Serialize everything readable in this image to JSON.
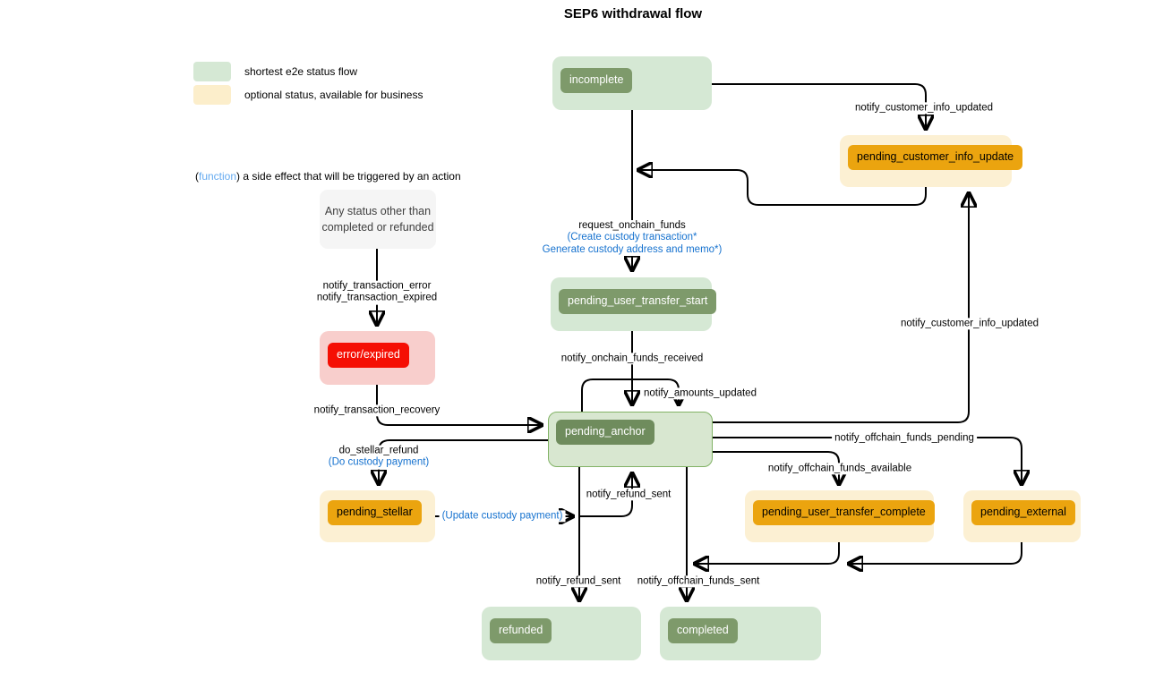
{
  "title": "SEP6 withdrawal flow",
  "legend": {
    "shortest": "shortest e2e status flow",
    "optional": "optional status, available for business",
    "function_paren_open": "(",
    "function_word": "function",
    "function_paren_close": ")",
    "function_desc": "a side effect that will be triggered by an action"
  },
  "note": {
    "line1": "Any status other than",
    "line2": "completed or refunded"
  },
  "nodes": {
    "incomplete": "incomplete",
    "pending_customer_info_update": "pending_customer_info_update",
    "pending_user_transfer_start": "pending_user_transfer_start",
    "pending_anchor": "pending_anchor",
    "error_expired": "error/expired",
    "pending_stellar": "pending_stellar",
    "pending_user_transfer_complete": "pending_user_transfer_complete",
    "pending_external": "pending_external",
    "refunded": "refunded",
    "completed": "completed"
  },
  "edge_labels": {
    "notify_customer_info_updated_top": "notify_customer_info_updated",
    "request_onchain_funds": "request_onchain_funds",
    "create_custody_transaction": "(Create custody transaction*",
    "generate_custody_address": "Generate custody address and memo*)",
    "notify_onchain_funds_received": "notify_onchain_funds_received",
    "notify_amounts_updated": "notify_amounts_updated",
    "notify_transaction_error": "notify_transaction_error",
    "notify_transaction_expired": "notify_transaction_expired",
    "notify_transaction_recovery": "notify_transaction_recovery",
    "do_stellar_refund": "do_stellar_refund",
    "do_custody_payment": "(Do custody payment)",
    "update_custody_payment": "(Update custody payment)",
    "notify_refund_sent_up": "notify_refund_sent",
    "notify_refund_sent_down": "notify_refund_sent",
    "notify_offchain_funds_sent": "notify_offchain_funds_sent",
    "notify_customer_info_updated_right": "notify_customer_info_updated",
    "notify_offchain_funds_pending": "notify_offchain_funds_pending",
    "notify_offchain_funds_available": "notify_offchain_funds_available"
  },
  "colors": {
    "shortest_flow_green": "#d5e8d4",
    "status_badge_green": "#7e9a6b",
    "anchor_border_green": "#82b366",
    "optional_yellow": "#fcf0d3",
    "optional_badge_orange": "#eba40f",
    "error_pink": "#f8cecc",
    "error_red": "#f50f04",
    "note_gray": "#f5f5f5",
    "function_blue": "#1672cf",
    "legend_function_blue": "#64aaf0",
    "edge_black": "#000000"
  }
}
